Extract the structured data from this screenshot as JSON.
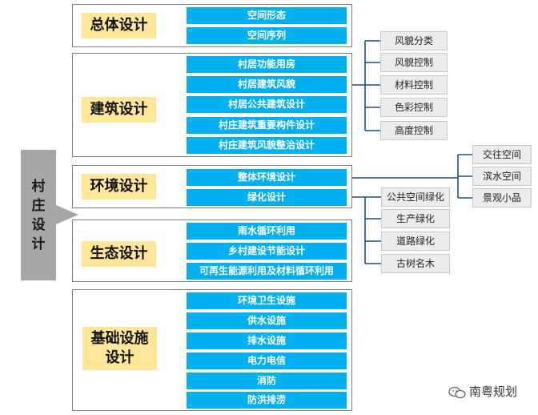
{
  "root": {
    "chars": [
      "村",
      "庄",
      "设",
      "计"
    ]
  },
  "groups": [
    {
      "label": "总体设计",
      "items": [
        "空间形态",
        "空间序列"
      ]
    },
    {
      "label": "建筑设计",
      "items": [
        "村居功能用房",
        "村居建筑风貌",
        "村居公共建筑设计",
        "村庄建筑重要构件设计",
        "村庄建筑风貌整治设计"
      ]
    },
    {
      "label": "环境设计",
      "items": [
        "整体环境设计",
        "绿化设计"
      ]
    },
    {
      "label": "生态设计",
      "items": [
        "雨水循环利用",
        "乡村建设节能设计",
        "可再生能源利用及材料循环利用"
      ]
    },
    {
      "label_lines": [
        "基础设施",
        "设计"
      ],
      "items": [
        "环境卫生设施",
        "供水设施",
        "排水设施",
        "电力电信",
        "消防",
        "防洪排涝"
      ]
    }
  ],
  "branches": {
    "style": [
      "风貌分类",
      "风貌控制",
      "材料控制",
      "色彩控制",
      "高度控制"
    ],
    "environment": [
      "交往空间",
      "滨水空间",
      "景观小品"
    ],
    "greening": [
      "公共空间绿化",
      "生产绿化",
      "道路绿化",
      "古树名木"
    ]
  },
  "colors": {
    "item_bg": "#00b0f0",
    "label_bg": "#ffe699",
    "root_bg": "#a6a6a6",
    "line": "#1f4e79"
  },
  "watermark": {
    "text": "南粤规划",
    "icon": "wechat-icon"
  }
}
